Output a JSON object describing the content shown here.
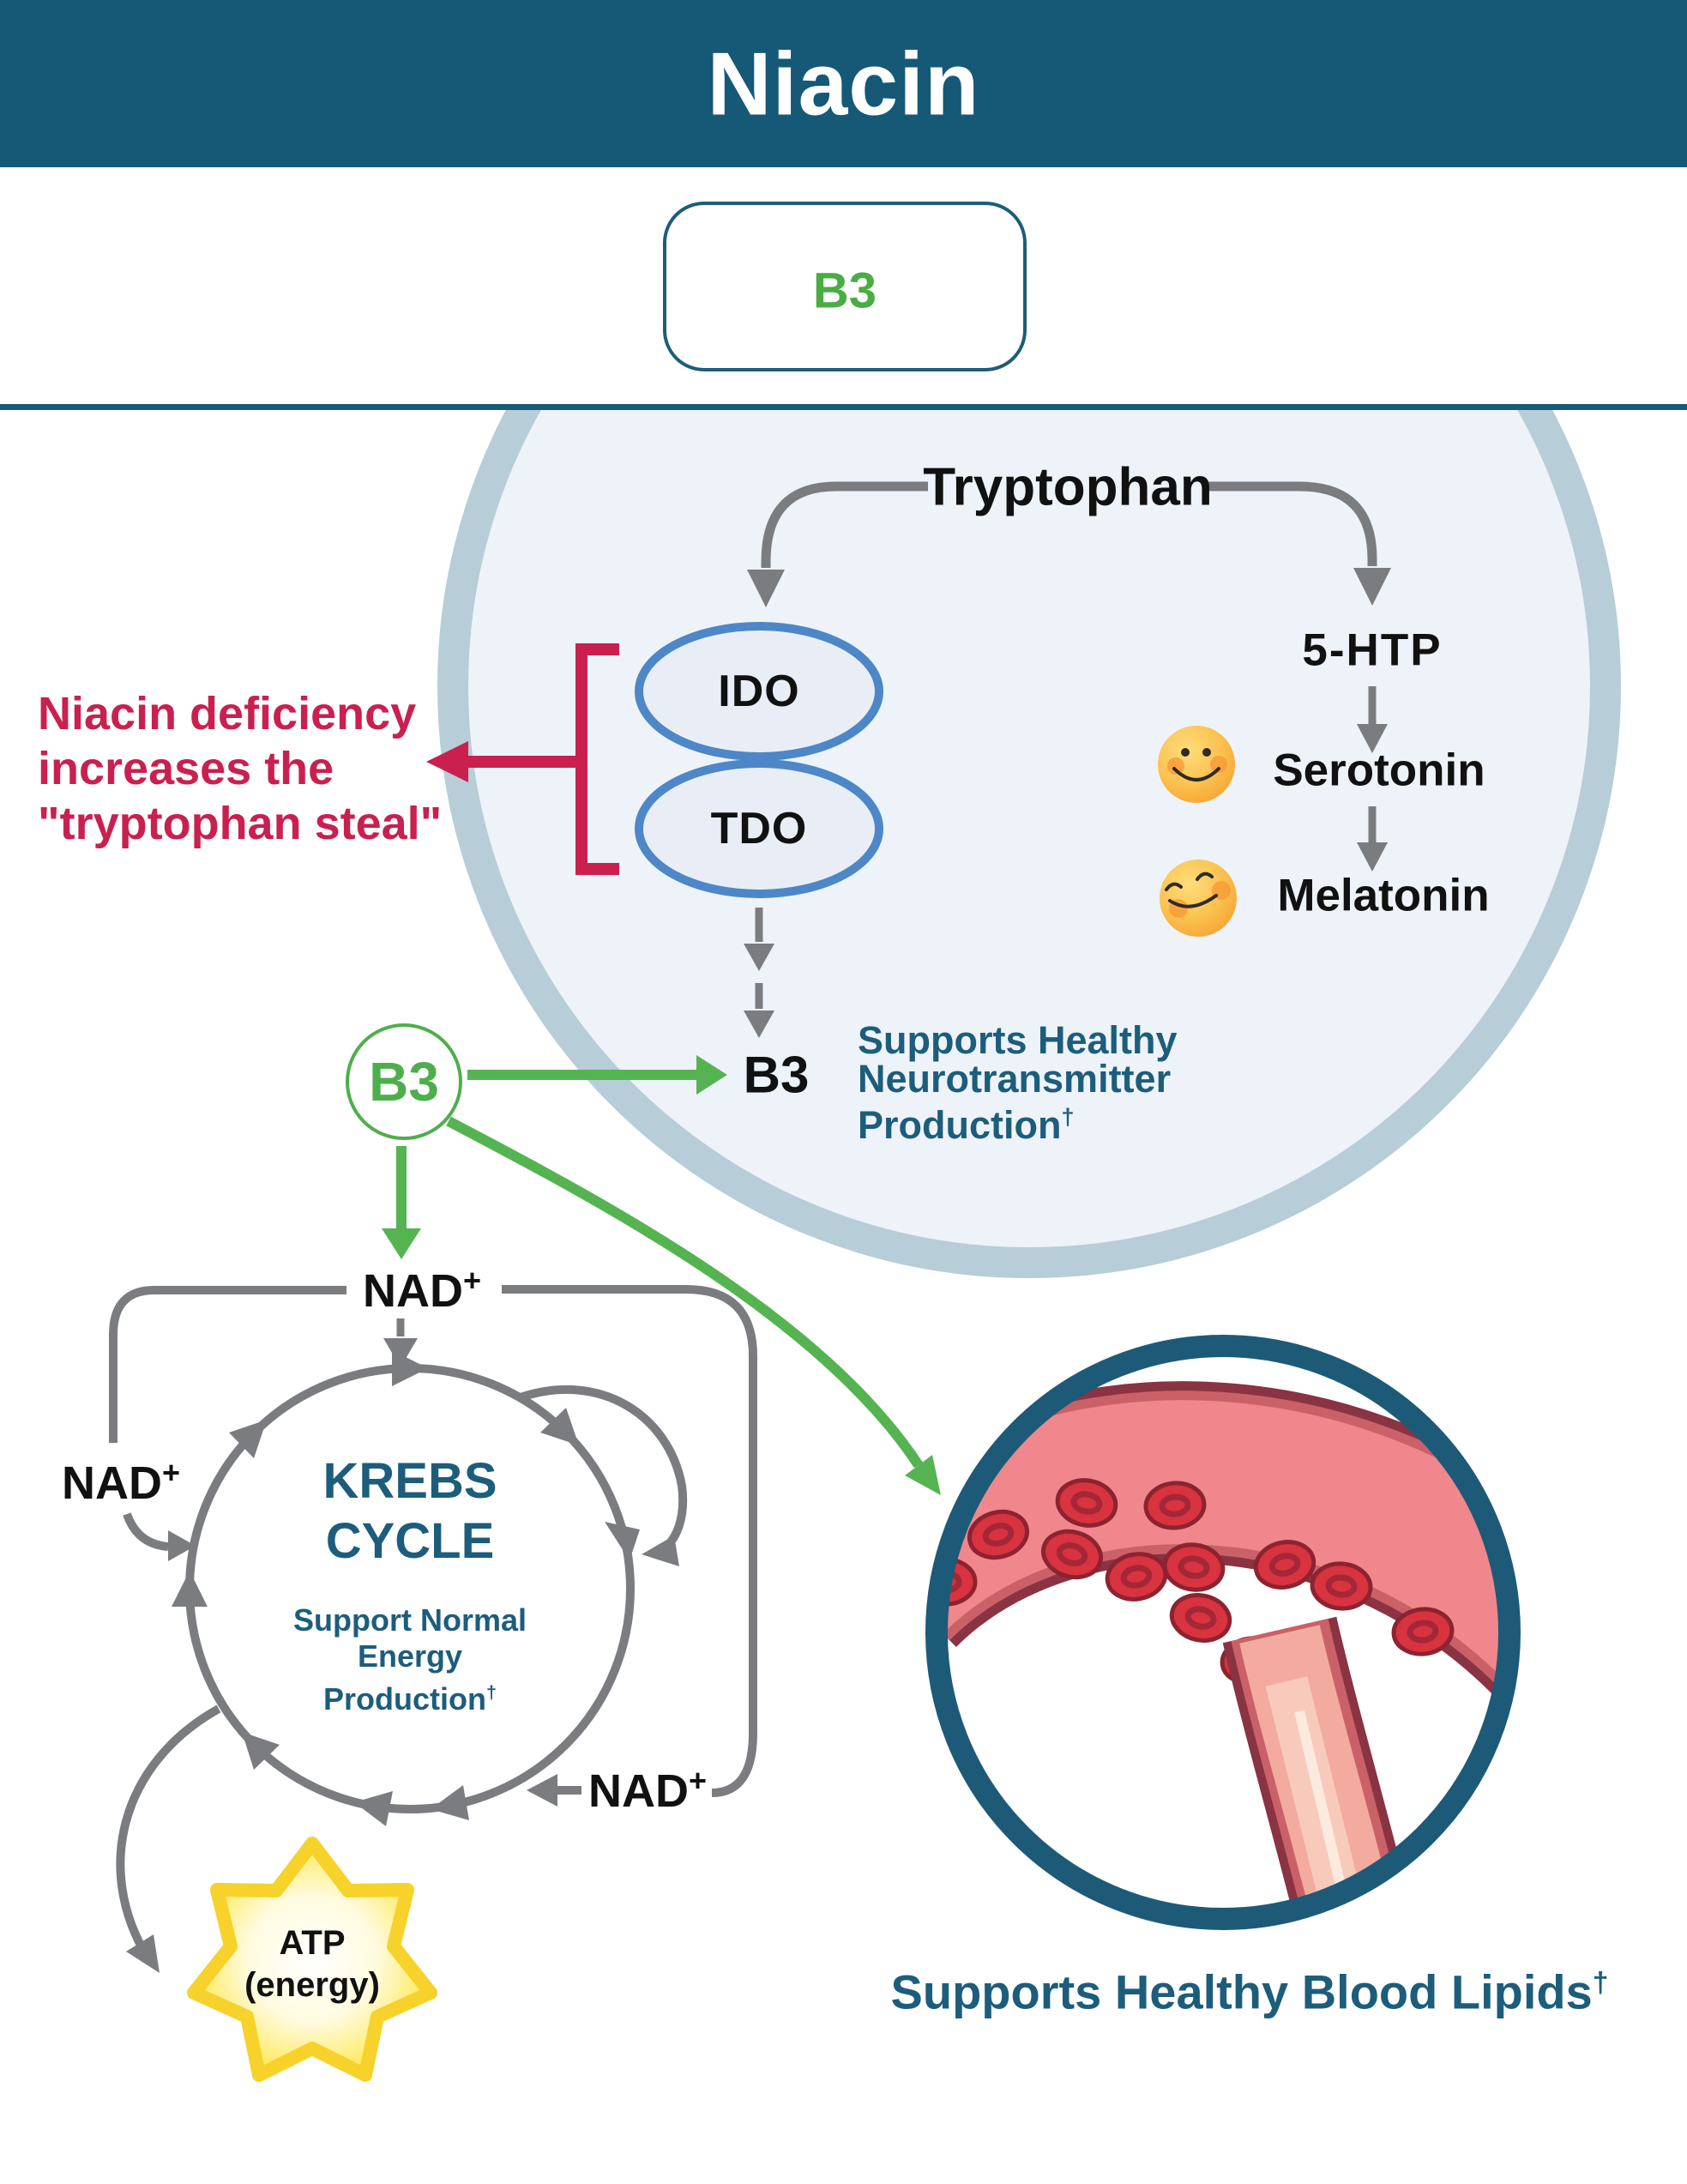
{
  "header": {
    "title": "Niacin"
  },
  "b3_box": {
    "label": "B3"
  },
  "pathway": {
    "tryptophan": "Tryptophan",
    "ido": "IDO",
    "tdo": "TDO",
    "five_htp": "5-HTP",
    "serotonin": "Serotonin",
    "melatonin": "Melatonin",
    "b3": "B3",
    "neuro_lines": [
      "Supports Healthy",
      "Neurotransmitter",
      "Production"
    ],
    "dagger": "†"
  },
  "deficiency": {
    "lines": [
      "Niacin deficiency",
      "increases the",
      "\"tryptophan steal\""
    ]
  },
  "b3_node": {
    "label": "B3"
  },
  "krebs": {
    "nad": "NAD",
    "plus": "+",
    "title_lines": [
      "KREBS",
      "CYCLE"
    ],
    "subtitle_lines": [
      "Support Normal",
      "Energy",
      "Production"
    ],
    "dagger": "†"
  },
  "atp": {
    "line1": "ATP",
    "line2": "(energy)"
  },
  "vessel": {
    "caption": "Supports Healthy Blood Lipids",
    "dagger": "†"
  },
  "icons": {
    "happy_face": "smiley-happy-icon",
    "content_face": "smiley-content-icon",
    "atp_star": "atp-star-icon",
    "blood_vessel": "blood-vessel-icon"
  },
  "colors": {
    "header_teal": "#155977",
    "teal_text": "#1d5d7c",
    "green": "#4fae4c",
    "red": "#c92050",
    "gray": "#7b7c80",
    "node_blue_stroke": "#4d87c7",
    "node_blue_fill": "#e9eef6",
    "cell_ring": "#b7cdd8",
    "cell_fill": "#edf3f8",
    "star_yellow": "#ffdf3e",
    "vessel_pink": "#f0878c",
    "vessel_dark": "#8a3342",
    "blood_cell_red": "#d8333f"
  }
}
